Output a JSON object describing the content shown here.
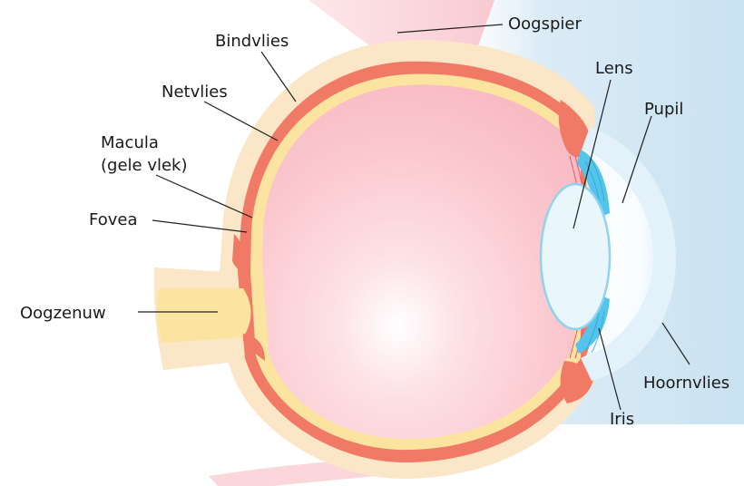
{
  "labels": {
    "oogspier": "Oogspier",
    "bindvlies": "Bindvlies",
    "netvlies": "Netvlies",
    "macula_1": "Macula",
    "macula_2": "(gele vlek)",
    "fovea": "Fovea",
    "oogzenuw": "Oogzenuw",
    "lens": "Lens",
    "pupil": "Pupil",
    "hoornvlies": "Hoornvlies",
    "iris": "Iris"
  },
  "colors": {
    "sclera": "#fbe6c8",
    "choroid": "#f07a66",
    "retina": "#fbe3a0",
    "vitreous": "#fbc8cf",
    "iris": "#53c4ec",
    "lens": "#e9f7fd",
    "cornea": "#e4f3fb",
    "muscle": "#f9cfd4",
    "background_right": "#cfe6f3"
  }
}
